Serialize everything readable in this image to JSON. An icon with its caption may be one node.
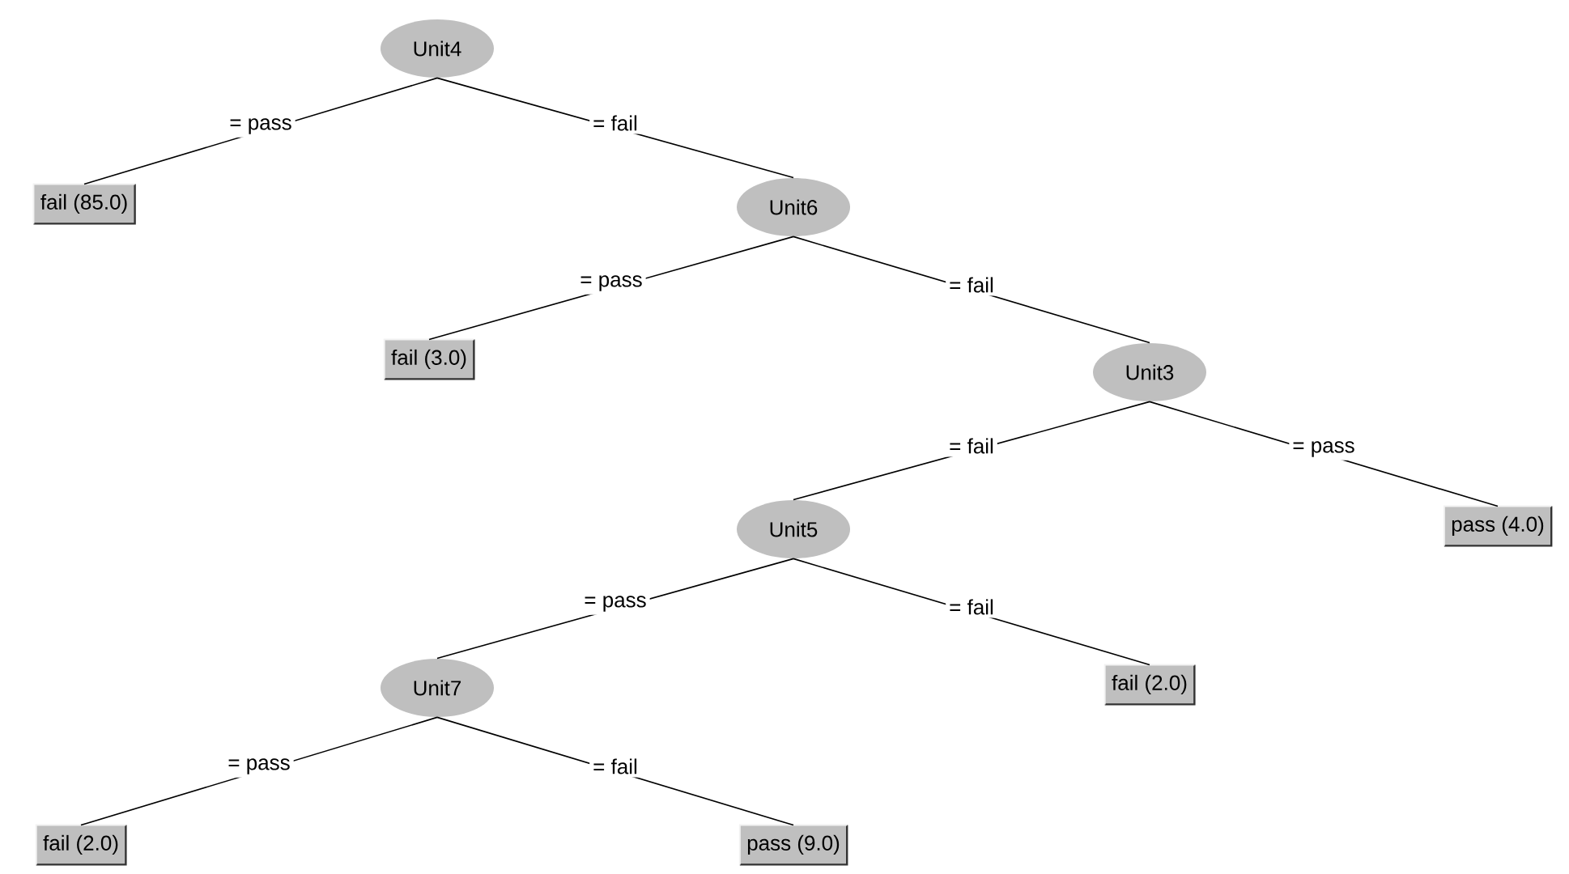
{
  "diagram": {
    "nodes": [
      {
        "text": [
          "Unit4"
        ]
      },
      {
        "text": [
          "fail (85.0)"
        ]
      },
      {
        "text": [
          "Unit6"
        ]
      },
      {
        "text": [
          "fail (3.0)"
        ]
      },
      {
        "text": [
          "Unit3"
        ]
      },
      {
        "text": [
          "Unit5"
        ]
      },
      {
        "text": [
          "pass (4.0)"
        ]
      },
      {
        "text": [
          "Unit7"
        ]
      },
      {
        "text": [
          "fail (2.0)"
        ]
      },
      {
        "text": [
          "fail (2.0)"
        ]
      },
      {
        "text": [
          "pass (9.0)"
        ]
      }
    ],
    "edges": [
      {
        "from": 0,
        "to": 1,
        "arrow": "none",
        "label": "= pass"
      },
      {
        "from": 0,
        "to": 2,
        "arrow": "none",
        "label": "= fail"
      },
      {
        "from": 2,
        "to": 3,
        "arrow": "none",
        "label": "= pass"
      },
      {
        "from": 2,
        "to": 4,
        "arrow": "none",
        "label": "= fail"
      },
      {
        "from": 4,
        "to": 5,
        "arrow": "none",
        "label": "= fail"
      },
      {
        "from": 4,
        "to": 6,
        "arrow": "none",
        "label": "= pass"
      },
      {
        "from": 5,
        "to": 7,
        "arrow": "none",
        "label": "= pass"
      },
      {
        "from": 5,
        "to": 8,
        "arrow": "none",
        "label": "= fail"
      },
      {
        "from": 7,
        "to": 9,
        "arrow": "none",
        "label": "= pass"
      },
      {
        "from": 7,
        "to": 10,
        "arrow": "none",
        "label": "= fail"
      }
    ]
  }
}
